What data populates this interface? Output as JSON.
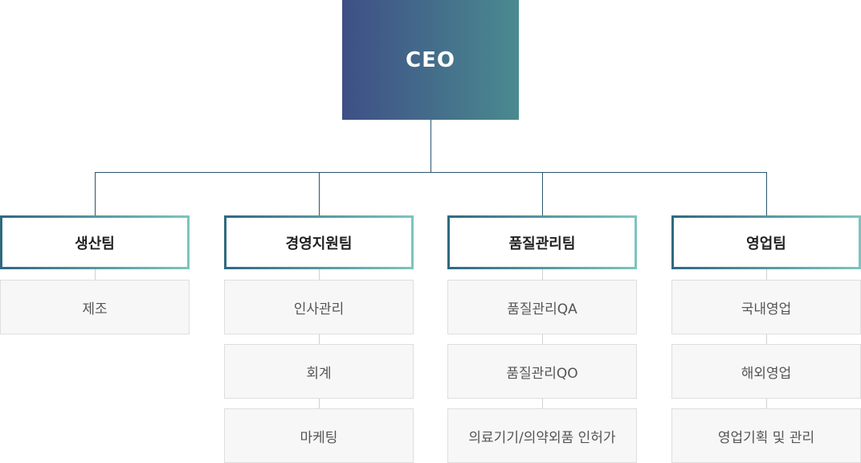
{
  "ceo": {
    "label": "CEO"
  },
  "teams": [
    {
      "name": "생산팀",
      "subs": [
        "제조"
      ]
    },
    {
      "name": "경영지원팀",
      "subs": [
        "인사관리",
        "회계",
        "마케팅"
      ]
    },
    {
      "name": "품질관리팀",
      "subs": [
        "품질관리QA",
        "품질관리QO",
        "의료기기/의약외품 인허가"
      ]
    },
    {
      "name": "영업팀",
      "subs": [
        "국내영업",
        "해외영업",
        "영업기획 및 관리"
      ]
    }
  ],
  "colors": {
    "ceo_gradient_start": "#3e4f86",
    "ceo_gradient_end": "#4a8a8f",
    "team_border_start": "#2f6a80",
    "team_border_end": "#7cc4c0",
    "connector": "#2d5570",
    "sub_background": "#f7f7f7"
  }
}
